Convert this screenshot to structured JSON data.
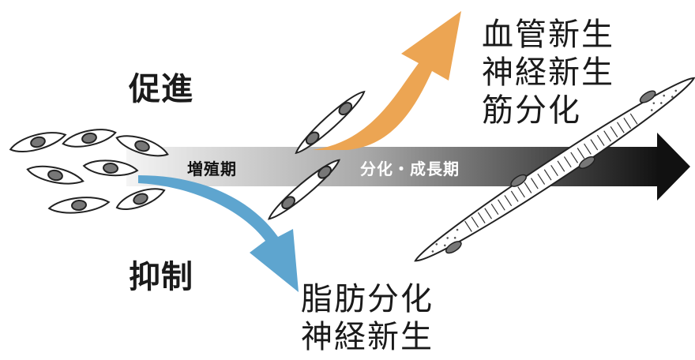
{
  "labels": {
    "promote": "促進",
    "suppress": "抑制",
    "proliferation_phase": "増殖期",
    "differentiation_phase": "分化・成長期"
  },
  "outcomes_promoted": [
    "血管新生",
    "神経新生",
    "筋分化"
  ],
  "outcomes_suppressed": [
    "脂肪分化",
    "神経新生"
  ],
  "colors": {
    "promote_arrow": "#eca553",
    "suppress_arrow": "#5ea5cf",
    "timeline_start": "#e8e8e8",
    "timeline_end": "#111111",
    "cell_nucleus": "#777777"
  },
  "icons": [
    "myoblast-cell-icon",
    "myotube-icon",
    "myofiber-icon"
  ]
}
